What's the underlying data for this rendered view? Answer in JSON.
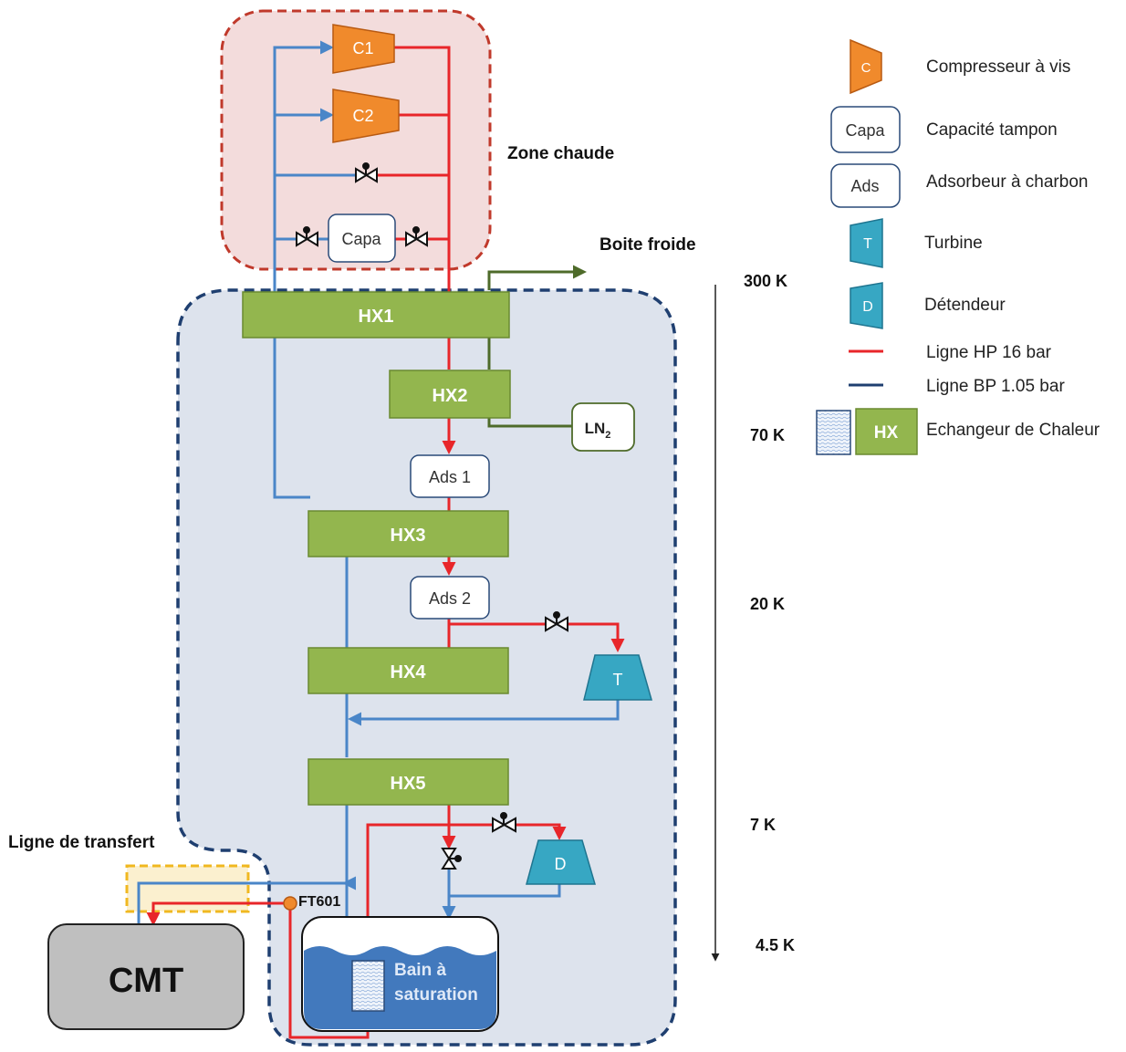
{
  "zones": {
    "hot_zone": "Zone chaude",
    "cold_box": "Boite froide",
    "transfer_line": "Ligne de transfert"
  },
  "components": {
    "c1": "C1",
    "c2": "C2",
    "capa": "Capa",
    "hx1": "HX1",
    "hx2": "HX2",
    "hx3": "HX3",
    "hx4": "HX4",
    "hx5": "HX5",
    "ads1": "Ads 1",
    "ads2": "Ads 2",
    "ln2": "LN",
    "ln2_sub": "2",
    "turbine": "T",
    "expander": "D",
    "bath_line1": "Bain à",
    "bath_line2": "saturation",
    "cmt": "CMT",
    "ft601": "FT601"
  },
  "temperature_scale": [
    "300 K",
    "70 K",
    "20 K",
    "7 K",
    "4.5 K"
  ],
  "legend": {
    "compressor_symbol": "C",
    "compressor": "Compresseur à vis",
    "capa_symbol": "Capa",
    "capa": "Capacité tampon",
    "ads_symbol": "Ads",
    "ads": "Adsorbeur à charbon",
    "turbine_symbol": "T",
    "turbine": "Turbine",
    "expander_symbol": "D",
    "expander": "Détendeur",
    "hp_line": "Ligne HP 16 bar",
    "bp_line": "Ligne BP 1.05 bar",
    "hx_symbol": "HX",
    "hx": "Echangeur de Chaleur"
  },
  "colors": {
    "hp_line": "#e8262a",
    "bp_line": "#4a86c8",
    "ln2_line": "#4e6b2a",
    "compressor": "#f08a2c",
    "hx": "#93b64e",
    "turbine": "#37a7c3",
    "hot_zone_border": "#c0392b",
    "cold_box_border": "#1f3f70",
    "transfer_border": "#f0b820",
    "cmt": "#bfbfbf",
    "bath": "#4279bd"
  }
}
